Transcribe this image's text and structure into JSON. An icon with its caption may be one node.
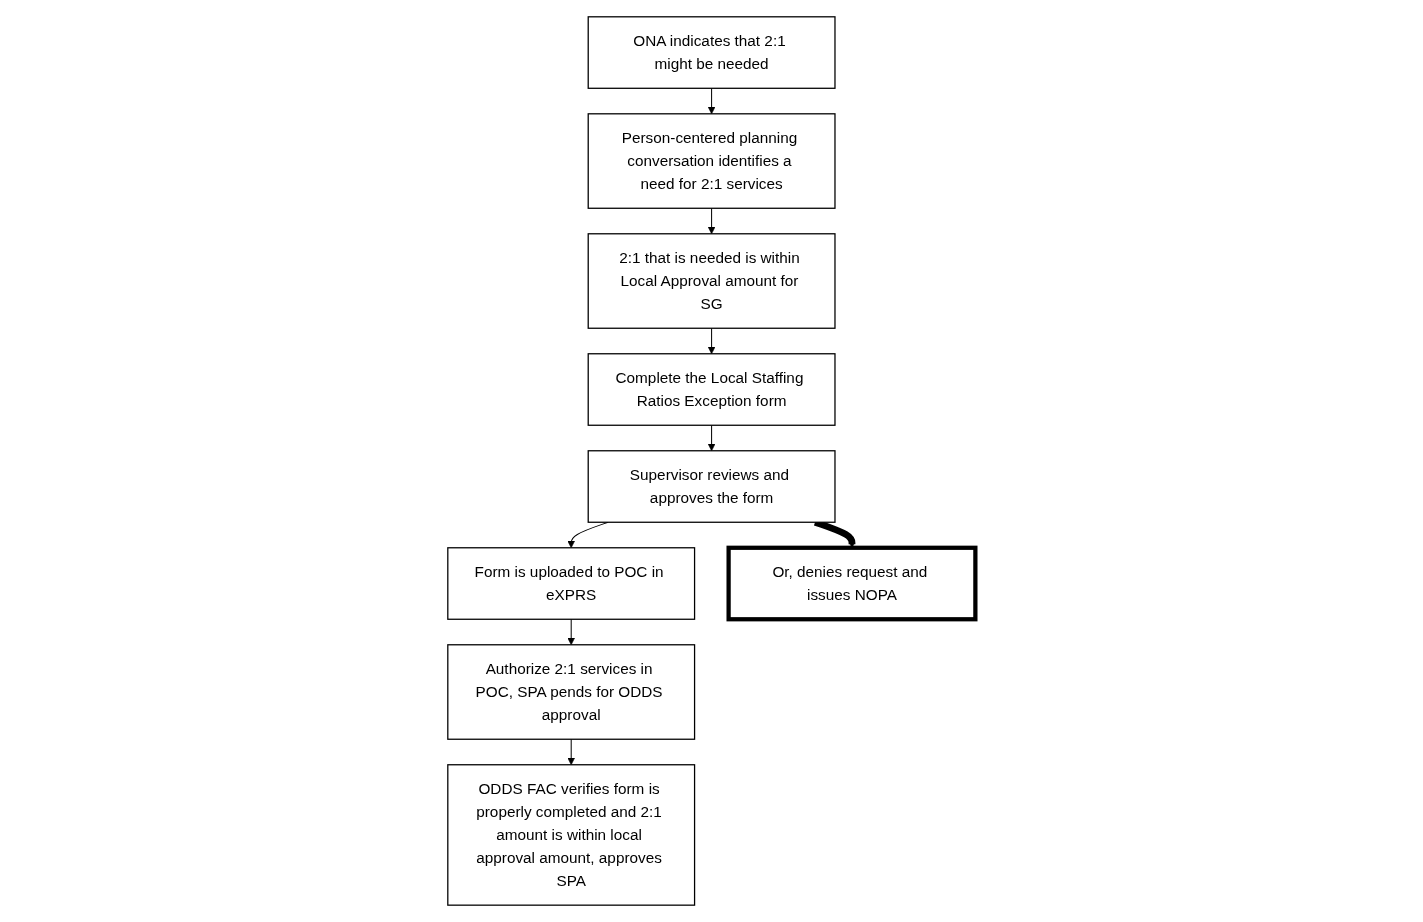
{
  "diagram": {
    "nodes": [
      {
        "text": [
          "ONA indicates that 2:1 might be needed"
        ]
      },
      {
        "text": [
          "Person-centered planning conversation identifies a need for 2:1 services"
        ]
      },
      {
        "text": [
          "2:1 that is needed is within Local Approval amount for SG"
        ]
      },
      {
        "text": [
          "Complete the Local Staffing Ratios Exception form"
        ]
      },
      {
        "text": [
          "Supervisor reviews and approves the form"
        ]
      },
      {
        "text": [
          "Form is uploaded to POC in eXPRS"
        ]
      },
      {
        "text": [
          "Authorize 2:1 services in POC, SPA pends for ODDS approval"
        ]
      },
      {
        "text": [
          "ODDS FAC verifies form is properly completed and 2:1 amount is within local approval amount, approves SPA"
        ]
      },
      {
        "text": [
          "Or, denies request and issues NOPA"
        ]
      }
    ],
    "edges": [
      {
        "from": 0,
        "to": 1,
        "arrow": "to"
      },
      {
        "from": 1,
        "to": 2,
        "arrow": "to"
      },
      {
        "from": 2,
        "to": 3,
        "arrow": "to"
      },
      {
        "from": 3,
        "to": 4,
        "arrow": "to"
      },
      {
        "from": 4,
        "to": 5,
        "arrow": "to"
      },
      {
        "from": 5,
        "to": 6,
        "arrow": "to"
      },
      {
        "from": 6,
        "to": 7,
        "arrow": "to"
      },
      {
        "from": 4,
        "to": 8,
        "arrow": "to",
        "style": "thick"
      }
    ]
  }
}
